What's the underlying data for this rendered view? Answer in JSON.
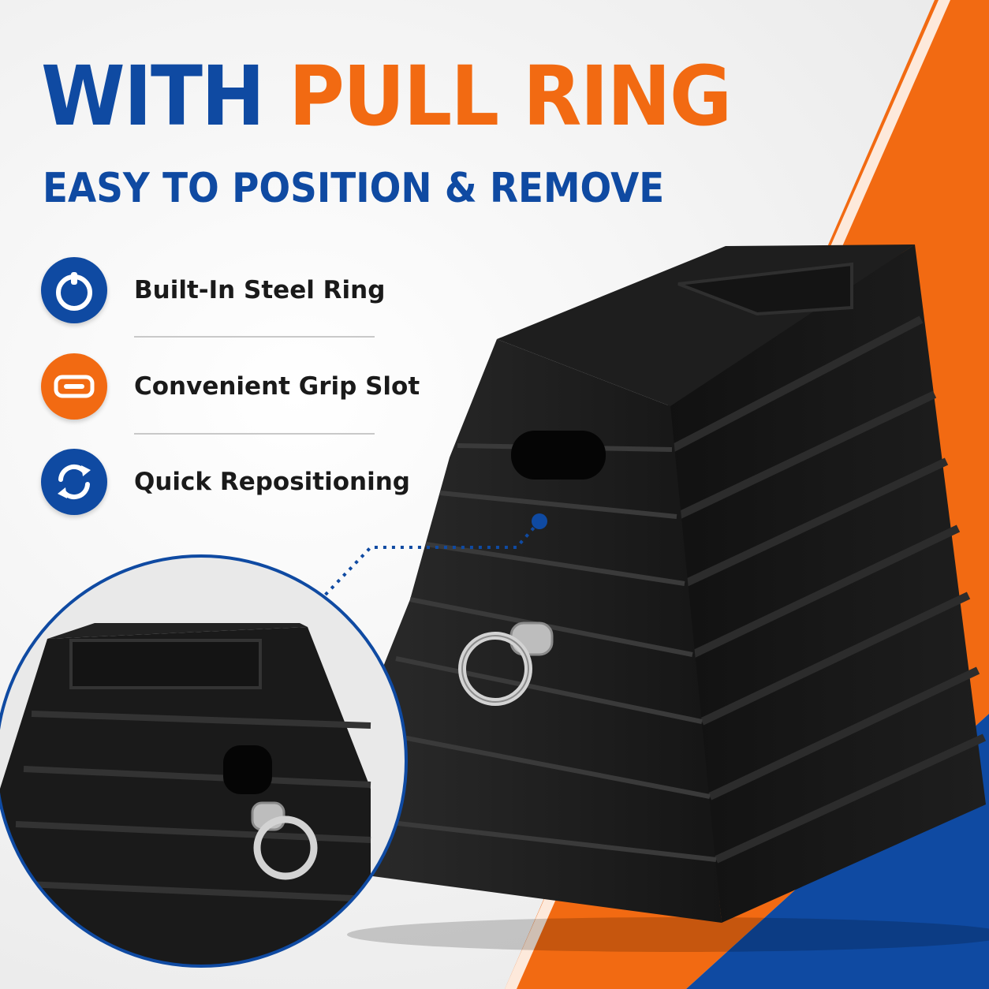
{
  "headline": {
    "part1": "WITH",
    "part2": "PULL RING"
  },
  "subheadline": "EASY TO POSITION & REMOVE",
  "features": [
    {
      "label": "Built-In Steel Ring",
      "icon": "ring-icon",
      "color": "#0f4aa2"
    },
    {
      "label": "Convenient Grip Slot",
      "icon": "slot-icon",
      "color": "#f26a12"
    },
    {
      "label": "Quick Repositioning",
      "icon": "rotate-icon",
      "color": "#0f4aa2"
    }
  ],
  "colors": {
    "brand_blue": "#0f4aa2",
    "brand_orange": "#f26a12",
    "product": "#1b1b1b",
    "ring": "#c8c8c8"
  }
}
